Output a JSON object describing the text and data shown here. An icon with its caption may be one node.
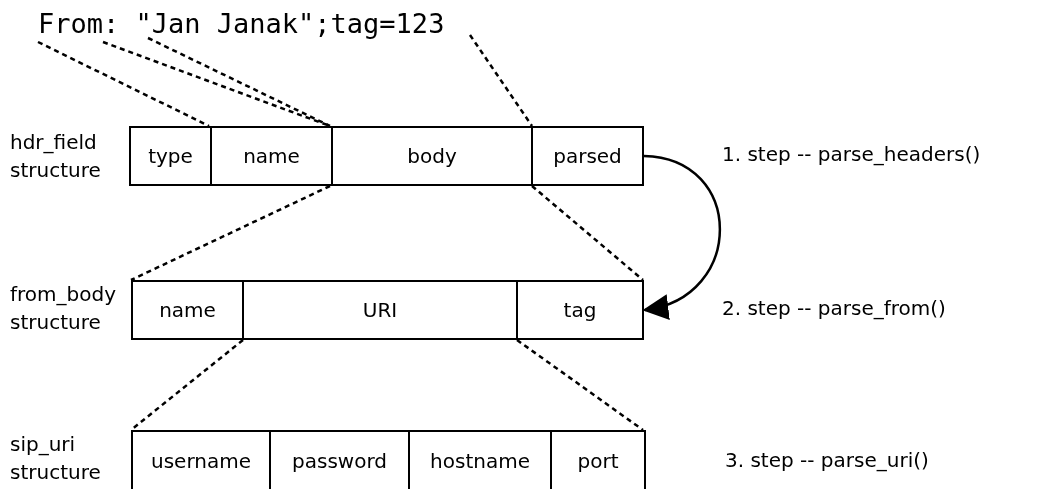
{
  "diagram": {
    "nodes": [
      {
        "text": [
          "type"
        ]
      },
      {
        "text": [
          "name"
        ]
      },
      {
        "text": [
          "body"
        ]
      },
      {
        "text": [
          "parsed"
        ]
      },
      {
        "text": [
          "name"
        ]
      },
      {
        "text": [
          "URI"
        ]
      },
      {
        "text": [
          "tag"
        ]
      },
      {
        "text": [
          "username"
        ]
      },
      {
        "text": [
          "password"
        ]
      },
      {
        "text": [
          "hostname"
        ]
      },
      {
        "text": [
          "port"
        ]
      }
    ],
    "edges": [
      {
        "from": 3,
        "to": 6,
        "arrow": "to"
      }
    ],
    "labels": [
      "From: \"Jan Janak\";tag=123",
      "hdr_field structure",
      "1. step -- parse_headers()",
      "from_body structure",
      "2. step -- parse_from()",
      "sip_uri structure",
      "3. step -- parse_uri()"
    ]
  }
}
